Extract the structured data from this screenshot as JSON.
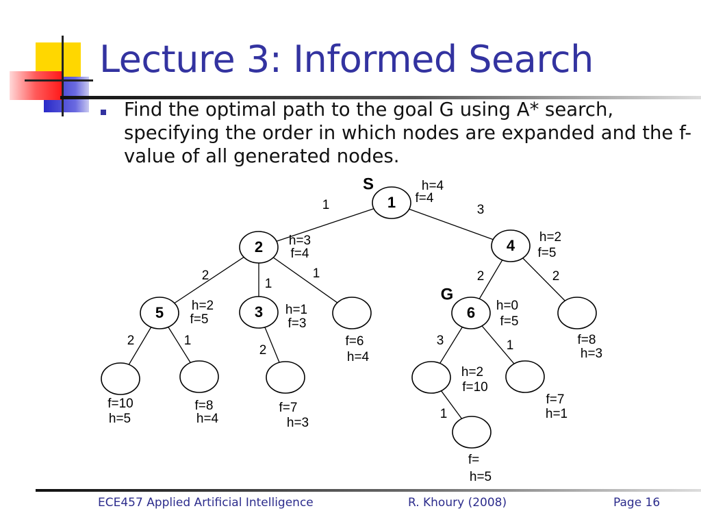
{
  "title": "Lecture 3: Informed Search",
  "bullet": "Find the optimal path to the goal G using A* search, specifying the order in which nodes are expanded and the f-value of all generated nodes.",
  "footer": {
    "course": "ECE457 Applied Artificial Intelligence",
    "author": "R. Khoury (2008)",
    "page": "Page 16"
  },
  "tree": {
    "nodes": [
      {
        "id": "n1",
        "label": "1"
      },
      {
        "id": "n2",
        "label": "2"
      },
      {
        "id": "n4",
        "label": "4"
      },
      {
        "id": "n5",
        "label": "5"
      },
      {
        "id": "n3",
        "label": "3"
      },
      {
        "id": "n2c",
        "label": ""
      },
      {
        "id": "n6",
        "label": "6"
      },
      {
        "id": "n4c",
        "label": ""
      },
      {
        "id": "n5a",
        "label": ""
      },
      {
        "id": "n5b",
        "label": ""
      },
      {
        "id": "n3a",
        "label": ""
      },
      {
        "id": "n6a",
        "label": ""
      },
      {
        "id": "n6b",
        "label": ""
      },
      {
        "id": "n6aa",
        "label": ""
      }
    ],
    "edges": [
      {
        "from": "n1",
        "to": "n2",
        "cost": "1"
      },
      {
        "from": "n1",
        "to": "n4",
        "cost": "3"
      },
      {
        "from": "n2",
        "to": "n5",
        "cost": "2"
      },
      {
        "from": "n2",
        "to": "n3",
        "cost": "1"
      },
      {
        "from": "n2",
        "to": "n2c",
        "cost": "1"
      },
      {
        "from": "n4",
        "to": "n6",
        "cost": "2"
      },
      {
        "from": "n4",
        "to": "n4c",
        "cost": "2"
      },
      {
        "from": "n5",
        "to": "n5a",
        "cost": "2"
      },
      {
        "from": "n5",
        "to": "n5b",
        "cost": "1"
      },
      {
        "from": "n3",
        "to": "n3a",
        "cost": "2"
      },
      {
        "from": "n6",
        "to": "n6a",
        "cost": "3"
      },
      {
        "from": "n6",
        "to": "n6b",
        "cost": "1"
      },
      {
        "from": "n6a",
        "to": "n6aa",
        "cost": "1"
      }
    ],
    "annotations": [
      {
        "id": "S",
        "text": "S"
      },
      {
        "id": "G",
        "text": "G"
      },
      {
        "id": "n1h",
        "text": "h=4"
      },
      {
        "id": "n1f",
        "text": "f=4"
      },
      {
        "id": "n2h",
        "text": "h=3"
      },
      {
        "id": "n2f",
        "text": "f=4"
      },
      {
        "id": "n4h",
        "text": "h=2"
      },
      {
        "id": "n4f",
        "text": "f=5"
      },
      {
        "id": "n5h",
        "text": "h=2"
      },
      {
        "id": "n5f",
        "text": "f=5"
      },
      {
        "id": "n3h",
        "text": "h=1"
      },
      {
        "id": "n3f",
        "text": "f=3"
      },
      {
        "id": "n2cf",
        "text": "f=6"
      },
      {
        "id": "n2ch",
        "text": "h=4"
      },
      {
        "id": "n6h",
        "text": "h=0"
      },
      {
        "id": "n6f",
        "text": "f=5"
      },
      {
        "id": "n4cf",
        "text": "f=8"
      },
      {
        "id": "n4ch",
        "text": "h=3"
      },
      {
        "id": "n5af",
        "text": "f=10"
      },
      {
        "id": "n5ah",
        "text": "h=5"
      },
      {
        "id": "n5bf",
        "text": "f=8"
      },
      {
        "id": "n5bh",
        "text": "h=4"
      },
      {
        "id": "n3af",
        "text": "f=7"
      },
      {
        "id": "n3ah",
        "text": "h=3"
      },
      {
        "id": "n6ah",
        "text": "h=2"
      },
      {
        "id": "n6af",
        "text": "f=10"
      },
      {
        "id": "n6bf",
        "text": "f=7"
      },
      {
        "id": "n6bh",
        "text": "h=1"
      },
      {
        "id": "n6aaf",
        "text": "f="
      },
      {
        "id": "n6aah",
        "text": "h=5"
      }
    ]
  }
}
